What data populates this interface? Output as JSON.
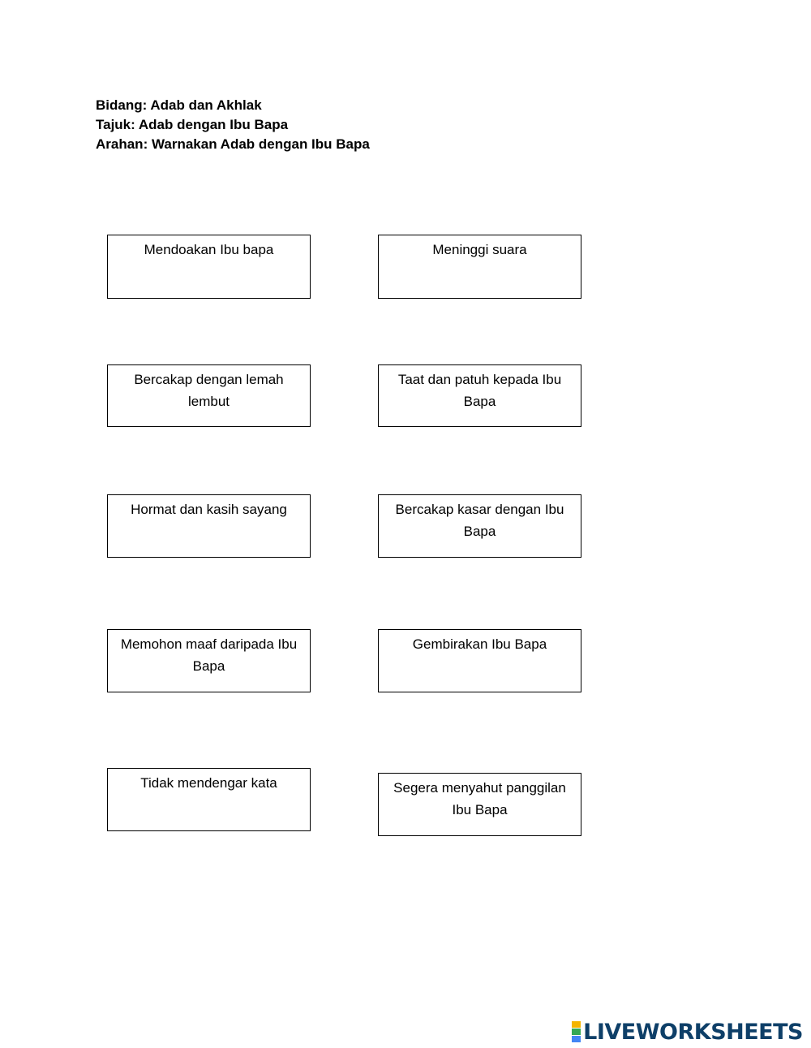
{
  "header": {
    "bidang": "Bidang: Adab dan Akhlak",
    "tajuk": "Tajuk: Adab dengan Ibu Bapa",
    "arahan": "Arahan: Warnakan Adab dengan Ibu Bapa"
  },
  "cards": {
    "left": [
      "Mendoakan Ibu bapa",
      "Bercakap dengan lemah lembut",
      "Hormat dan kasih sayang",
      "Memohon maaf daripada Ibu Bapa",
      "Tidak mendengar kata"
    ],
    "right": [
      "Meninggi suara",
      "Taat dan patuh kepada Ibu Bapa",
      "Bercakap kasar dengan Ibu Bapa",
      "Gembirakan Ibu Bapa",
      "Segera menyahut panggilan Ibu Bapa"
    ]
  },
  "branding": {
    "logo_text": "LIVEWORKSHEETS",
    "logo_blocks": [
      "#f4b400",
      "#34a853",
      "#4285f4"
    ],
    "text_color": "#0e3f68"
  }
}
